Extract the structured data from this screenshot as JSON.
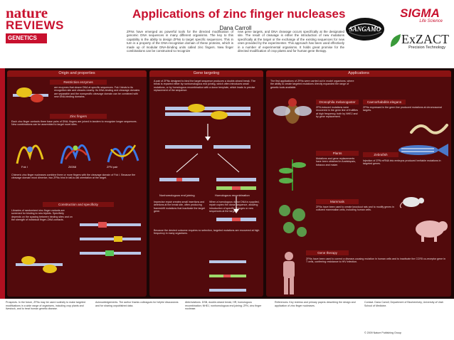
{
  "journal": {
    "name": "nature",
    "subtitle": "REVIEWS",
    "section": "GENETICS"
  },
  "poster": {
    "title": "Applications of zinc finger nucleases",
    "author": "Dana Carroll",
    "intro_left": "ZFNs have emerged as powerful tools for the directed modification of genomic DNA sequences in many different organisms. The key to this capability is the ability to design ZFNs to target specific sequences. This in turn is a property of the DNA-recognition domain of these proteins, which is made up of modular DNA-binding units called zinc fingers. New finger combinations can be constructed to recognize",
    "intro_right": "new gene targets, and DNA cleavage occurs specifically at the designated site. The result of cleavage is either the introduction of new mutations specifically at the target or the exchange of the existing sequences for new ones provided by the experimenter. This approach has been used effectively in a number of experimental organisms. It holds great promise for the directed modification of crop plants and for human gene therapy."
  },
  "sponsors": {
    "sangamo": "SANGAMO",
    "sigma": "SIGMA",
    "sigma_sub": "Life Science",
    "exzact": "ExZACT",
    "exzact_sub": "Precision Technology"
  },
  "columns": {
    "origin": "Origin and properties",
    "targeting": "Gene targeting",
    "applications": "Applications"
  },
  "origin": {
    "restriction_head": "Restriction enzymes",
    "restriction_text": "are enzymes that cleave DNA at specific sequences. Fok I binds to its recognition site and cleaves nearby. Its DNA-binding and cleavage domains are separable and the nonspecific cleavage domain can be combined with new DNA-binding domains.",
    "zinc_head": "Zinc fingers",
    "zinc_text": "Each zinc finger contacts three base pairs of DNA; fingers are joined in tandem to recognize longer sequences. New combinations can be assembled to target novel sites.",
    "zfn_text": "Chimeric zinc finger nucleases combine three or more fingers with the cleavage domain of Fok I. Because the cleavage domain must dimerize, two ZFNs bind in tail-to-tail orientation at the target.",
    "construction_head": "Construction and specificity",
    "construction_text": "Libraries of randomized zinc finger variants are screened for binding to new triplets. Specificity depends on the spacing between binding sites and on the strength of individual finger–DNA contacts.",
    "fig_label_1": "Fok I",
    "fig_label_2": "Zif268",
    "fig_label_3": "ZFN pair"
  },
  "targeting": {
    "main_text": "A pair of ZFNs designed to bind the target sequence produces a double-strand break. The break is repaired either by nonhomologous end joining, which often introduces small mutations, or by homologous recombination with a donor template, which leads to precise replacement of the sequence.",
    "nhej_label": "Nonhomologous end joining",
    "hr_label": "Homologous recombination",
    "nhej_text": "Imprecise repair creates small insertions and deletions at the break site, often producing frameshift mutations that inactivate the target gene.",
    "hr_text": "When a homologous donor DNA is supplied, repair copies the donor sequence, allowing introduction of specific changes or new sequences at the target.",
    "bottom_text": "Because the desired outcome requires no selection, targeted mutations are recovered at high frequency in many organisms."
  },
  "applications": {
    "intro_text": "The first applications of ZFNs were carried out in model organisms, where the ability to create targeted mutations directly expanded the range of genetic tools available.",
    "fly_head": "Drosophila melanogaster",
    "fly_text": "ZFN-induced mutations were recovered in the germ line of fruitflies at high frequency, both by NHEJ and by gene replacement.",
    "worm_head": "Caenorhabditis elegans",
    "worm_text": "ZFNs expressed in the germ line produced mutations at chromosomal targets.",
    "plant_head": "Plants",
    "plant_text": "Mutations and gene replacements have been obtained in Arabidopsis, tobacco and maize.",
    "fish_head": "Zebrafish",
    "fish_text": "Injection of ZFN mRNA into embryos produced heritable mutations in targeted genes.",
    "mammal_head": "Mammals",
    "mammal_text": "ZFNs have been used to create knockout rats and to modify genes in cultured mammalian cells, including human cells.",
    "therapy_head": "Gene therapy",
    "therapy_text": "ZFNs have been used to correct a disease-causing mutation in human cells and to inactivate the CCR5 co-receptor gene in T cells, conferring resistance to HIV infection."
  },
  "footer": {
    "col1": "Prospects. In the future, ZFNs may be used routinely to make targeted modifications in a wide range of organisms, including crop plants and livestock, and to treat human genetic disease.",
    "col2": "Acknowledgements. The author thanks colleagues for helpful discussions and for sharing unpublished data.",
    "col3": "Abbreviations. DSB, double-strand break; HR, homologous recombination; NHEJ, nonhomologous end joining; ZFN, zinc finger nuclease.",
    "col4": "References. Key reviews and primary papers describing the design and application of zinc finger nucleases.",
    "col5": "Contact. Dana Carroll, Department of Biochemistry, University of Utah School of Medicine.",
    "copyright": "© 2009 Nature Publishing Group"
  }
}
